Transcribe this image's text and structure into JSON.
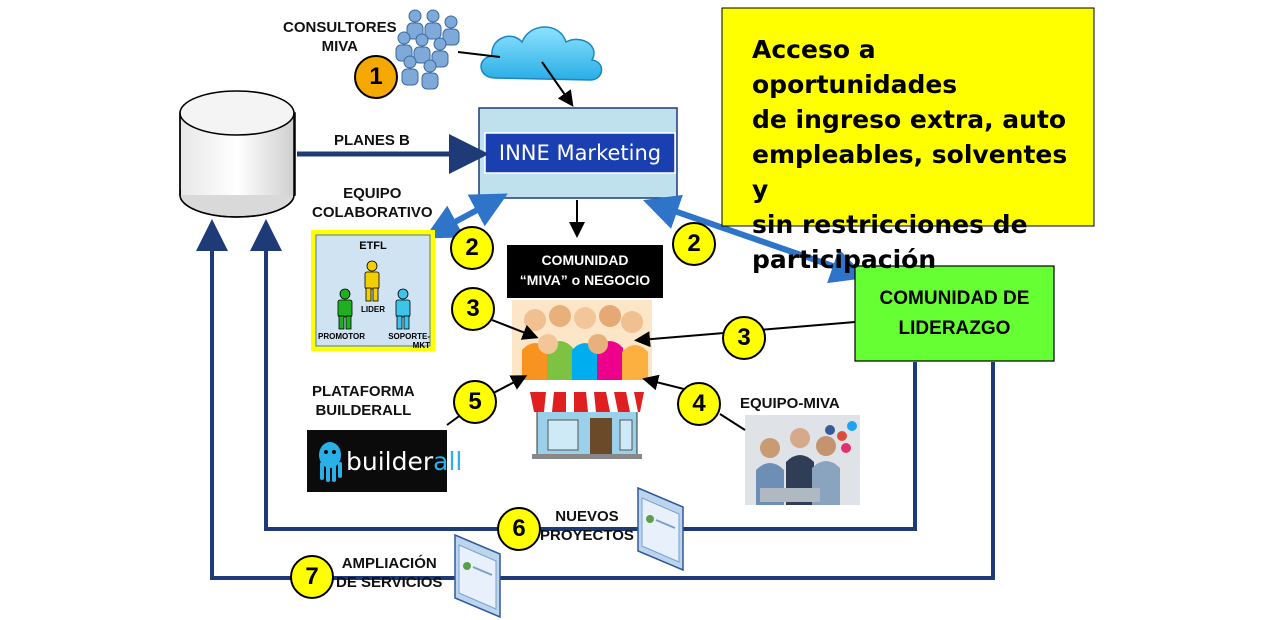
{
  "consultores": {
    "label_line1": "CONSULTORES",
    "label_line2": "MIVA",
    "step": "1"
  },
  "central": {
    "label": "INNE Marketing"
  },
  "planes_b": {
    "label": "PLANES B"
  },
  "info_box": {
    "text": "Acceso a oportunidades de ingreso extra, auto empleables, solventes y sin restricciones de participación",
    "lines": [
      "Acceso a oportunidades",
      "de ingreso extra, auto",
      "empleables, solventes y",
      "sin restricciones de",
      "participación"
    ]
  },
  "equipo_colaborativo": {
    "label_line1": "EQUIPO",
    "label_line2": "COLABORATIVO",
    "step": "2",
    "card": {
      "title": "ETFL",
      "leader": "LIDER",
      "left": "PROMOTOR",
      "right": "SOPORTE-MKT"
    }
  },
  "comunidad_miva": {
    "line1": "COMUNIDAD",
    "line2": "“MIVA” o NEGOCIO",
    "step_from_etfl": "3"
  },
  "comunidad_liderazgo": {
    "line1": "COMUNIDAD DE",
    "line2": "LIDERAZGO",
    "step_link": "2",
    "step_to_community": "3"
  },
  "plataforma": {
    "line1": "PLATAFORMA",
    "line2": "BUILDERALL",
    "step": "5",
    "logo_text_a": "builder",
    "logo_text_b": "all"
  },
  "equipo_miva": {
    "label": "EQUIPO-MIVA",
    "step": "4"
  },
  "nuevos_proyectos": {
    "line1": "NUEVOS",
    "line2": "PROYECTOS",
    "step": "6"
  },
  "ampliacion": {
    "line1": "AMPLIACIÓN",
    "line2": "DE SERVICIOS",
    "step": "7"
  },
  "colors": {
    "navy": "#1f3b77",
    "blue_arrow": "#2e75c9",
    "green_box": "#66ff33",
    "yellow_box": "#ffff00",
    "orange_step": "#f5a800"
  }
}
